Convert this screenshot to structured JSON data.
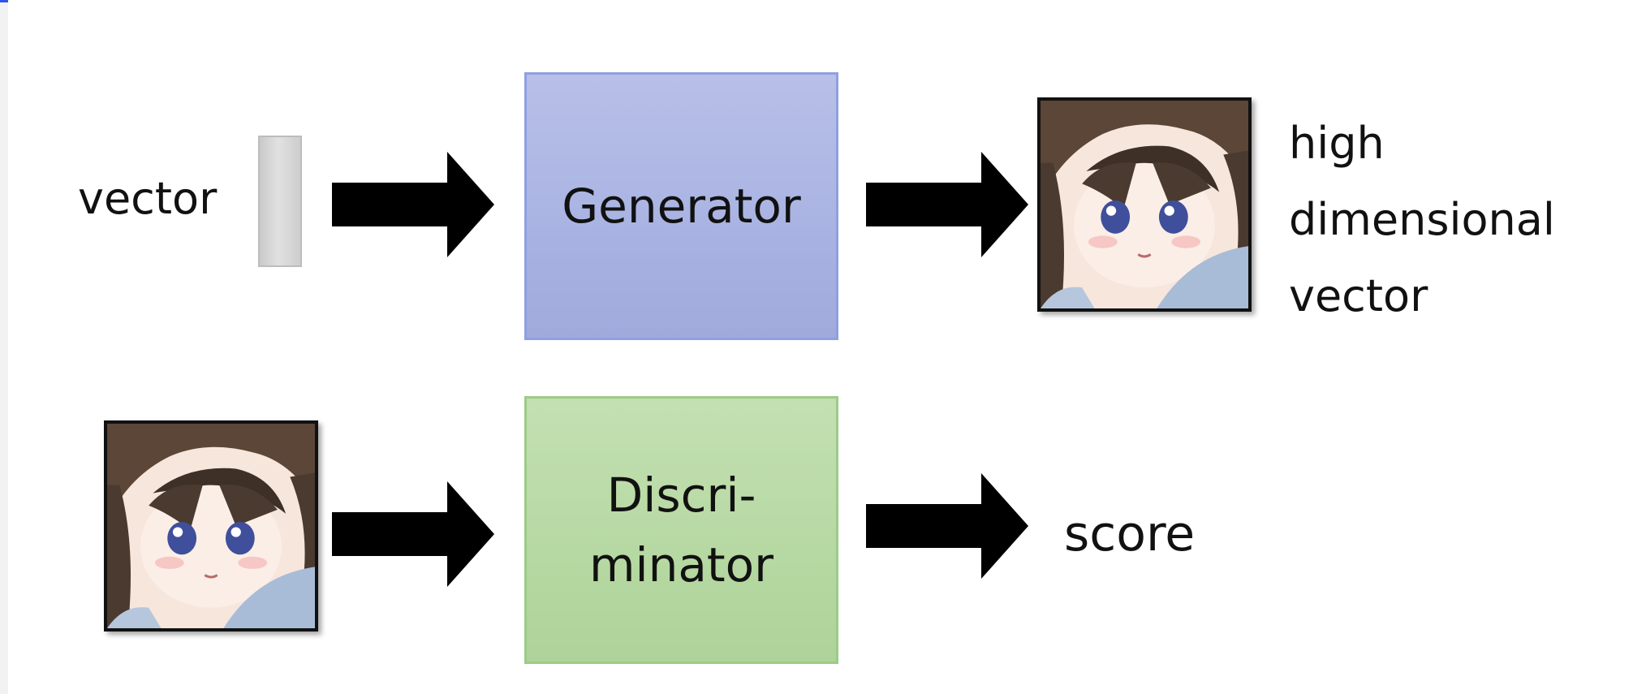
{
  "diagram": {
    "input_label": "vector",
    "generator_label": "Generator",
    "output_label": "high\ndimensional\nvector",
    "discriminator_label": "Discri-\nminator",
    "score_label": "score"
  },
  "colors": {
    "generator_fill": "#aab4e3",
    "discriminator_fill": "#b6d8a2",
    "arrow": "#000000"
  },
  "icons": {
    "face_image": "anime-girl-face-thumbnail",
    "arrow": "right-arrow-icon"
  }
}
